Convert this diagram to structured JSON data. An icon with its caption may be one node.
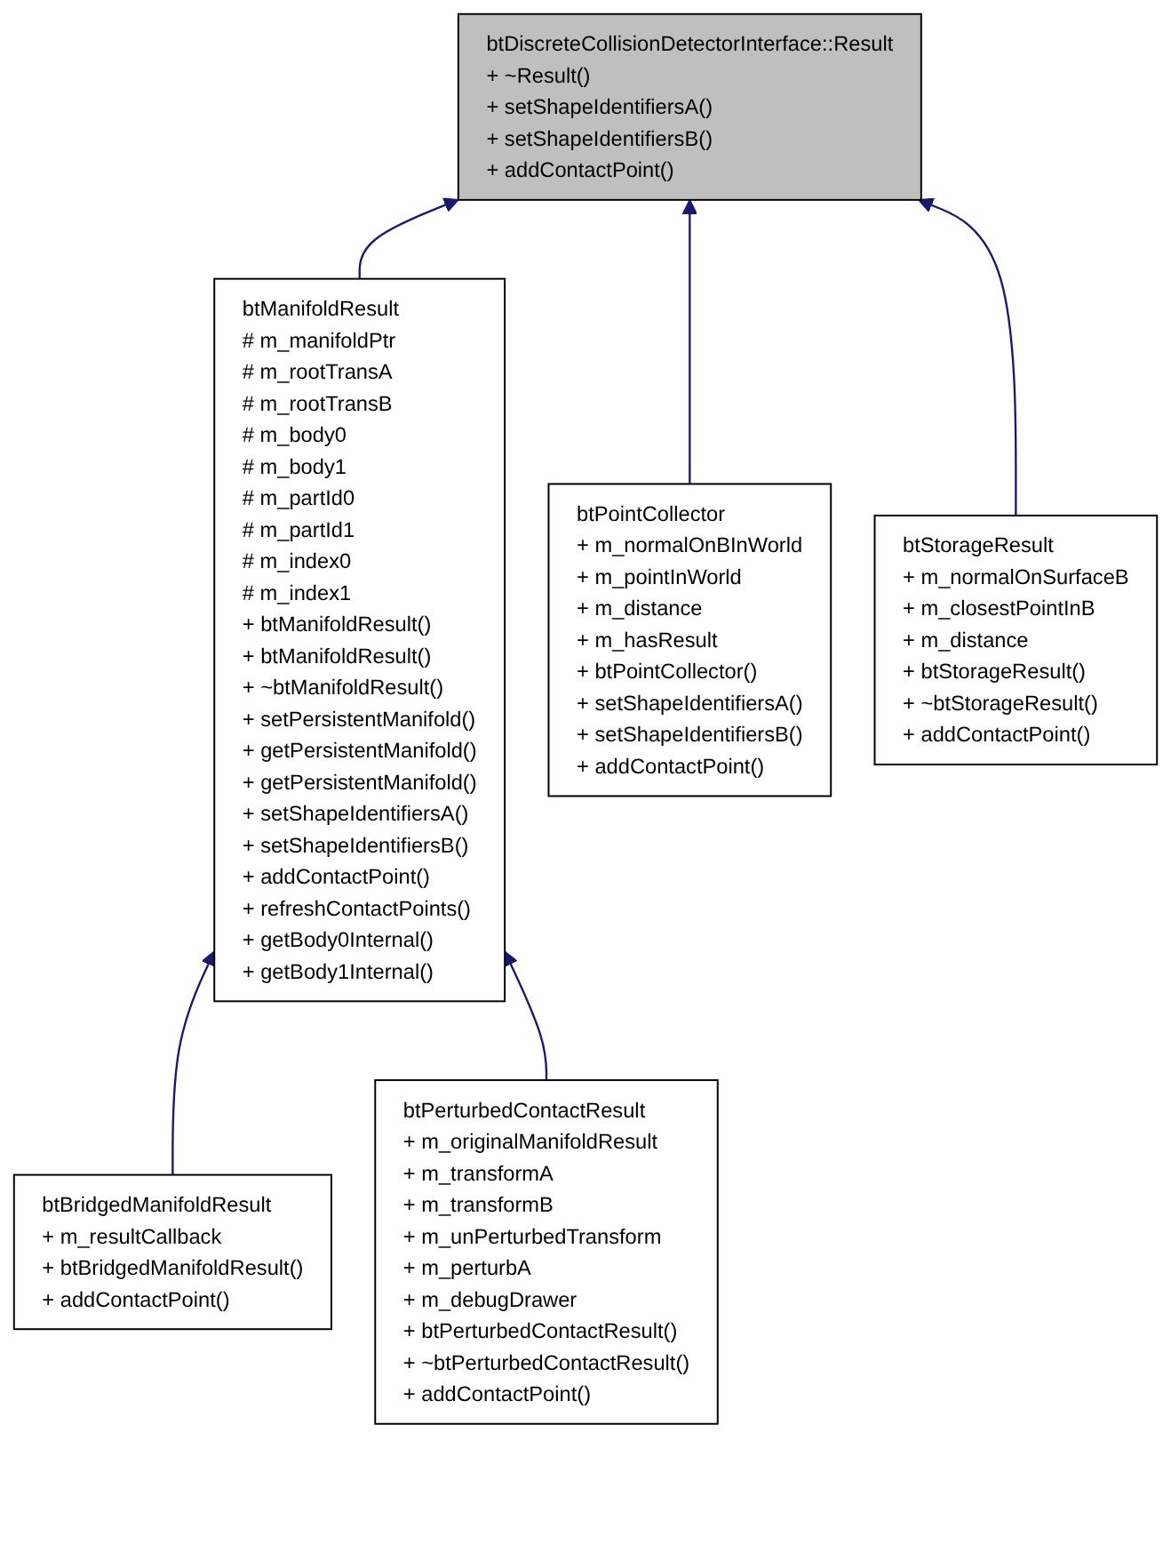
{
  "diagram": {
    "nodes": [
      {
        "text": [
          "btDiscreteCollisionDetectorInterface::Result",
          "+ ~Result()",
          "+ setShapeIdentifiersA()",
          "+ setShapeIdentifiersB()",
          "+ addContactPoint()"
        ]
      },
      {
        "text": [
          "btManifoldResult",
          "# m_manifoldPtr",
          "# m_rootTransA",
          "# m_rootTransB",
          "# m_body0",
          "# m_body1",
          "# m_partId0",
          "# m_partId1",
          "# m_index0",
          "# m_index1",
          "+ btManifoldResult()",
          "+ btManifoldResult()",
          "+ ~btManifoldResult()",
          "+ setPersistentManifold()",
          "+ getPersistentManifold()",
          "+ getPersistentManifold()",
          "+ setShapeIdentifiersA()",
          "+ setShapeIdentifiersB()",
          "+ addContactPoint()",
          "+ refreshContactPoints()",
          "+ getBody0Internal()",
          "+ getBody1Internal()"
        ]
      },
      {
        "text": [
          "btPointCollector",
          "+ m_normalOnBInWorld",
          "+ m_pointInWorld",
          "+ m_distance",
          "+ m_hasResult",
          "+ btPointCollector()",
          "+ setShapeIdentifiersA()",
          "+ setShapeIdentifiersB()",
          "+ addContactPoint()"
        ]
      },
      {
        "text": [
          "btStorageResult",
          "+ m_normalOnSurfaceB",
          "+ m_closestPointInB",
          "+ m_distance",
          "+ btStorageResult()",
          "+ ~btStorageResult()",
          "+ addContactPoint()"
        ]
      },
      {
        "text": [
          "btBridgedManifoldResult",
          "+ m_resultCallback",
          "+ btBridgedManifoldResult()",
          "+ addContactPoint()"
        ]
      },
      {
        "text": [
          "btPerturbedContactResult",
          "+ m_originalManifoldResult",
          "+ m_transformA",
          "+ m_transformB",
          "+ m_unPerturbedTransform",
          "+ m_perturbA",
          "+ m_debugDrawer",
          "+ btPerturbedContactResult()",
          "+ ~btPerturbedContactResult()",
          "+ addContactPoint()"
        ]
      }
    ],
    "edges": [
      {
        "from": 1,
        "to": 0,
        "arrow": "to"
      },
      {
        "from": 2,
        "to": 0,
        "arrow": "to"
      },
      {
        "from": 3,
        "to": 0,
        "arrow": "to"
      },
      {
        "from": 4,
        "to": 1,
        "arrow": "to"
      },
      {
        "from": 5,
        "to": 1,
        "arrow": "to"
      }
    ]
  }
}
